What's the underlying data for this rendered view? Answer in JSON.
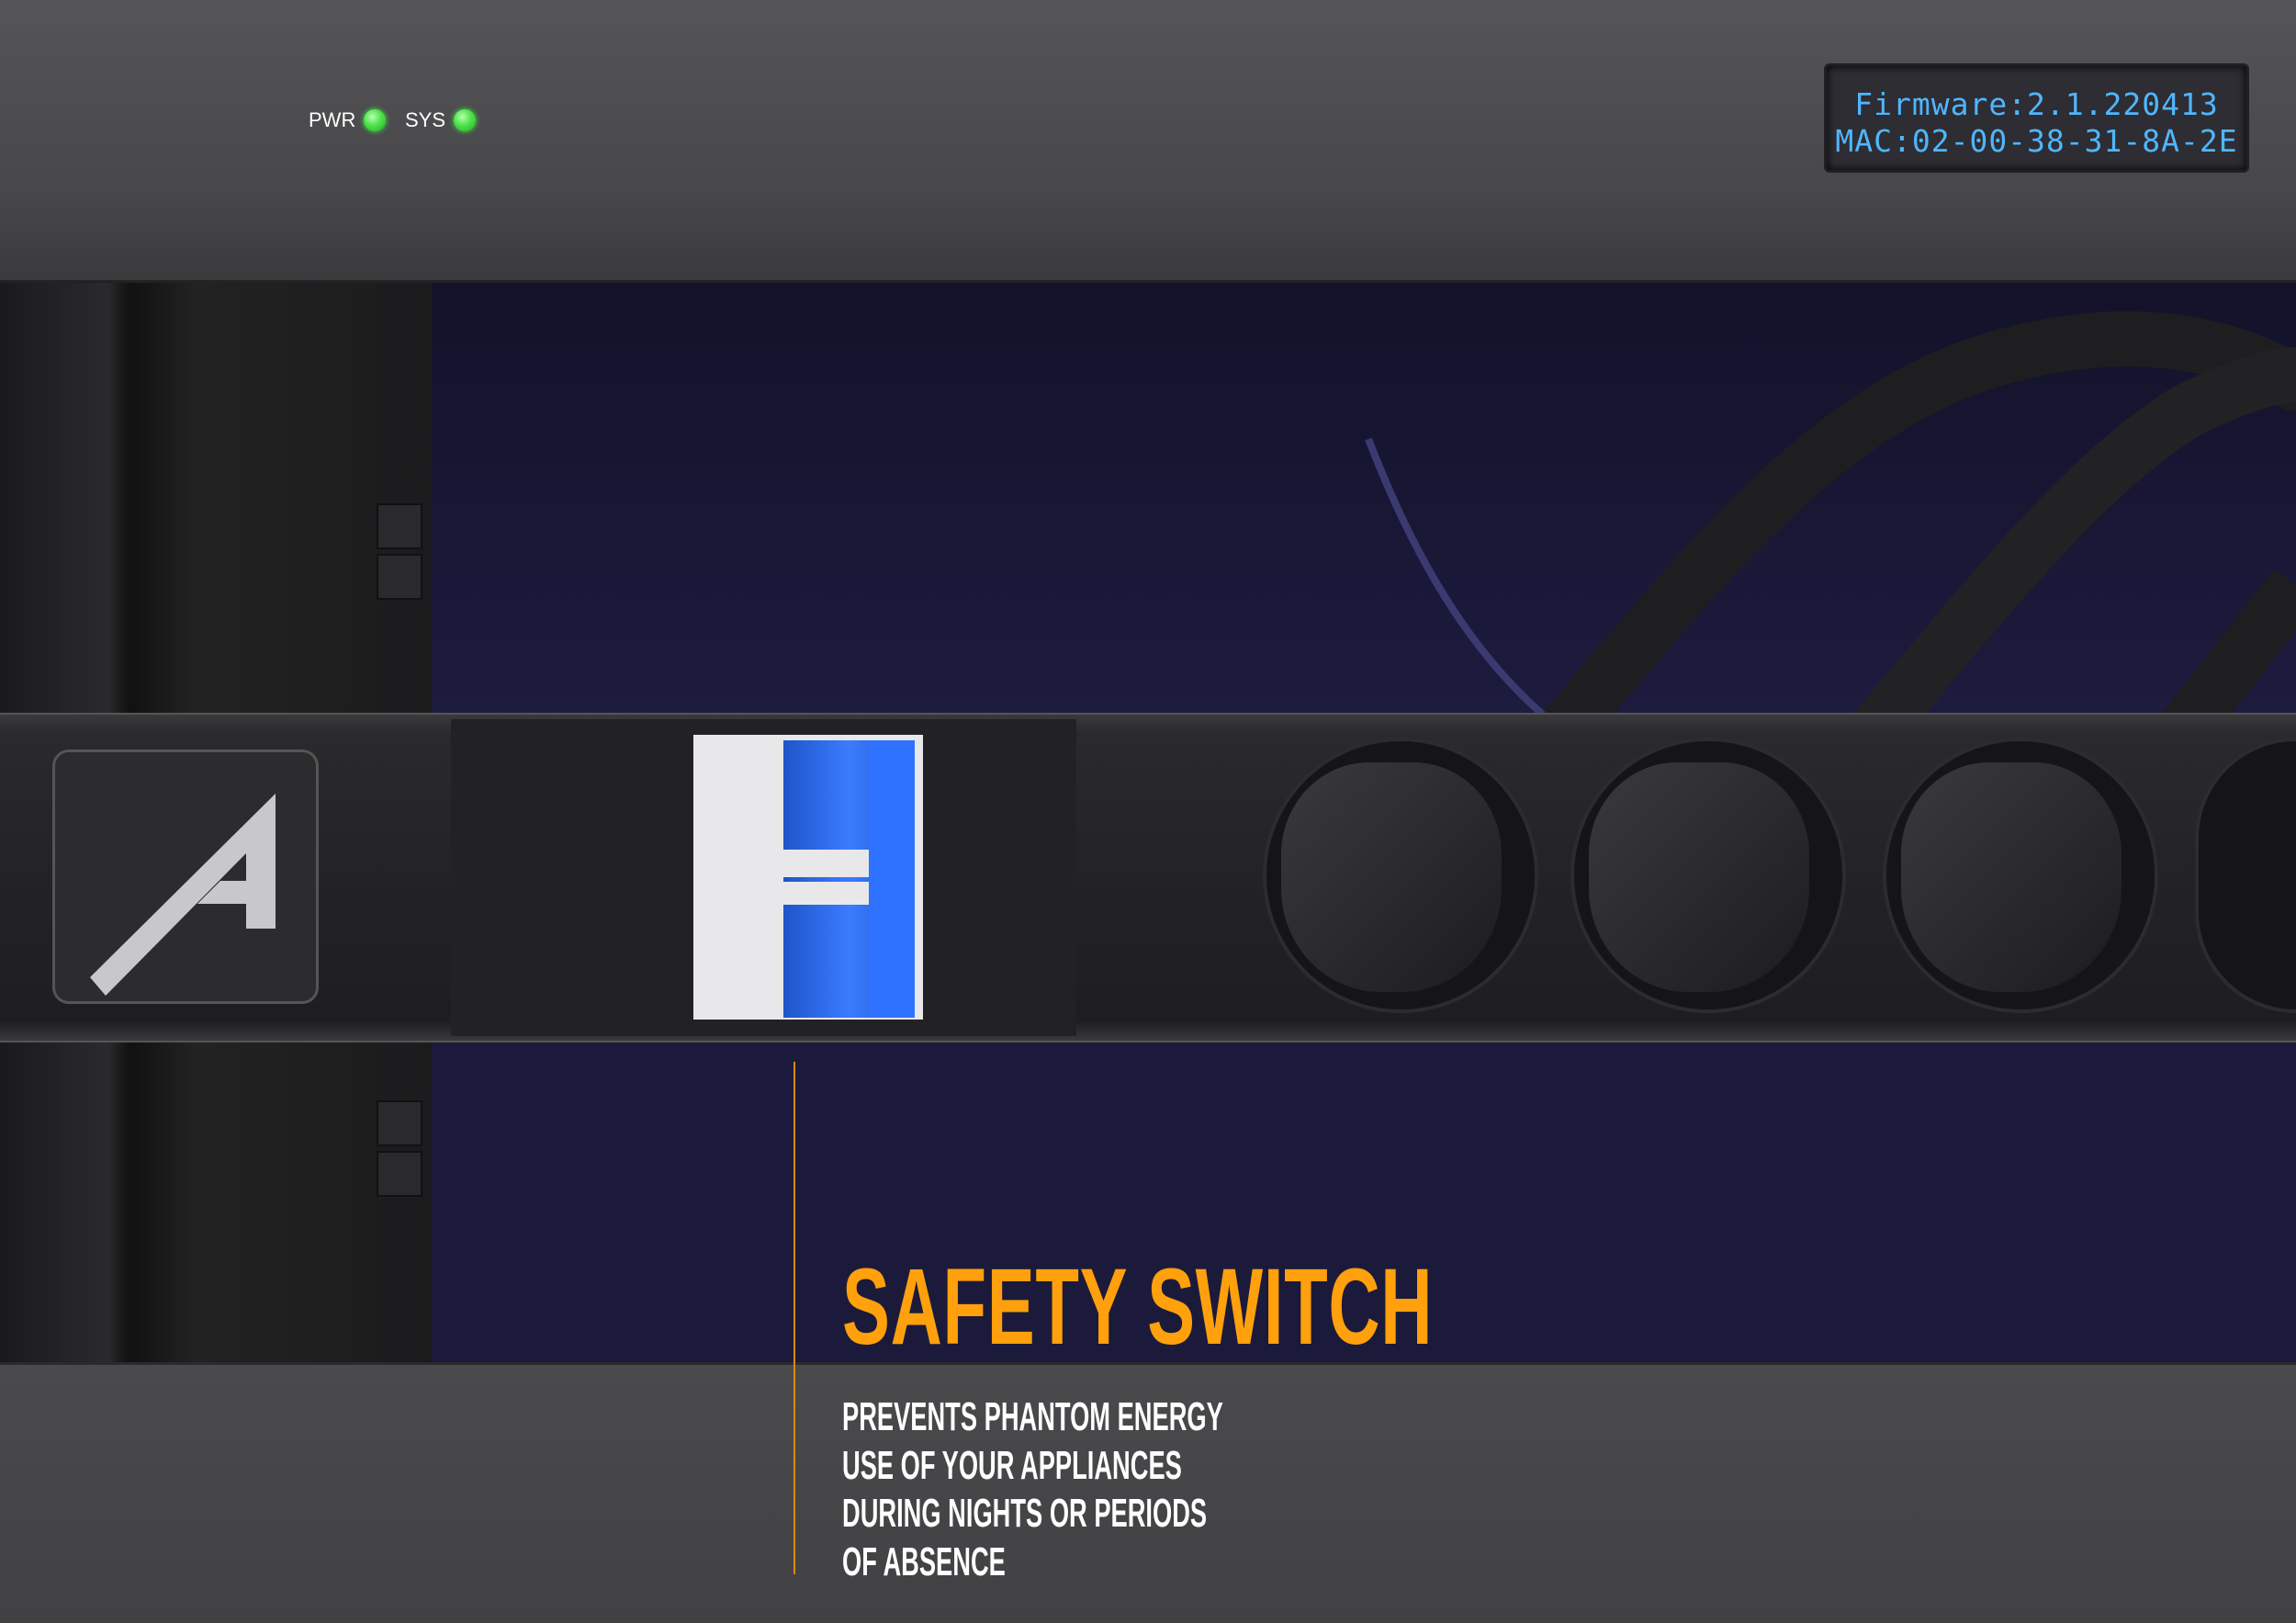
{
  "indicators": [
    {
      "label": "PWR",
      "status": "on",
      "color": "#4ce34a"
    },
    {
      "label": "SYS",
      "status": "on",
      "color": "#4ce34a"
    }
  ],
  "display": {
    "firmware": "Firmware:2.1.220413",
    "mac": "MAC:02-00-38-31-8A-2E",
    "text_color": "#4fb6ff"
  },
  "feature": {
    "title": "SAFETY SWITCH",
    "title_color": "#ffa00c",
    "lines": [
      "PREVENTS PHANTOM ENERGY",
      "USE OF YOUR APPLIANCES",
      "DURING NIGHTS OR PERIODS",
      "OF ABSENCE"
    ]
  }
}
